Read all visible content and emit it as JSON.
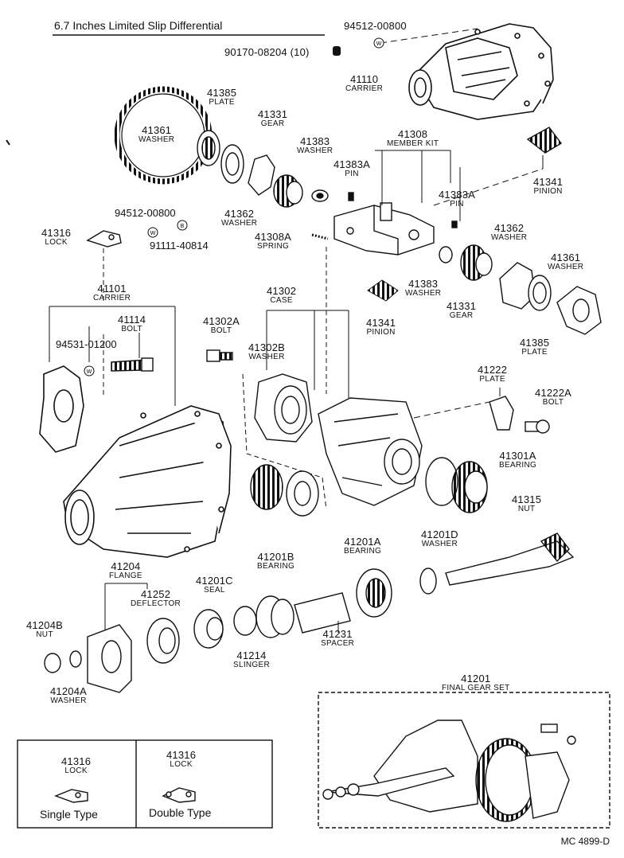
{
  "header": {
    "title": "6.7 Inches Limited Slip Differential"
  },
  "footer": {
    "drawing_code": "MC 4899-D"
  },
  "callouts": [
    {
      "id": "c01",
      "number": "94512-00800",
      "name": ""
    },
    {
      "id": "c02",
      "number": "90170-08204 (10)",
      "name": ""
    },
    {
      "id": "c03",
      "number": "41110",
      "name": "CARRIER"
    },
    {
      "id": "c04",
      "number": "41385",
      "name": "PLATE"
    },
    {
      "id": "c05",
      "number": "41361",
      "name": "WASHER"
    },
    {
      "id": "c06",
      "number": "41331",
      "name": "GEAR"
    },
    {
      "id": "c07",
      "number": "41383",
      "name": "WASHER"
    },
    {
      "id": "c08",
      "number": "41308",
      "name": "MEMBER KIT"
    },
    {
      "id": "c09",
      "number": "41383A",
      "name": "PIN"
    },
    {
      "id": "c10",
      "number": "41383A",
      "name": "PIN"
    },
    {
      "id": "c11",
      "number": "41341",
      "name": "PINION"
    },
    {
      "id": "c12",
      "number": "41362",
      "name": "WASHER"
    },
    {
      "id": "c13",
      "number": "41308A",
      "name": "SPRING"
    },
    {
      "id": "c14",
      "number": "94512-00800",
      "name": ""
    },
    {
      "id": "c15",
      "number": "41316",
      "name": "LOCK"
    },
    {
      "id": "c16",
      "number": "91111-40814",
      "name": ""
    },
    {
      "id": "c17",
      "number": "41362",
      "name": "WASHER"
    },
    {
      "id": "c18",
      "number": "41361",
      "name": "WASHER"
    },
    {
      "id": "c19",
      "number": "41383",
      "name": "WASHER"
    },
    {
      "id": "c20",
      "number": "41331",
      "name": "GEAR"
    },
    {
      "id": "c21",
      "number": "41101",
      "name": "CARRIER"
    },
    {
      "id": "c22",
      "number": "41302",
      "name": "CASE"
    },
    {
      "id": "c23",
      "number": "41114",
      "name": "BOLT"
    },
    {
      "id": "c24",
      "number": "41302A",
      "name": "BOLT"
    },
    {
      "id": "c25",
      "number": "94531-01200",
      "name": ""
    },
    {
      "id": "c26",
      "number": "41302B",
      "name": "WASHER"
    },
    {
      "id": "c27",
      "number": "41341",
      "name": "PINION"
    },
    {
      "id": "c28",
      "number": "41385",
      "name": "PLATE"
    },
    {
      "id": "c29",
      "number": "41222",
      "name": "PLATE"
    },
    {
      "id": "c30",
      "number": "41222A",
      "name": "BOLT"
    },
    {
      "id": "c31",
      "number": "41301A",
      "name": "BEARING"
    },
    {
      "id": "c32",
      "number": "41315",
      "name": "NUT"
    },
    {
      "id": "c33",
      "number": "41201A",
      "name": "BEARING"
    },
    {
      "id": "c34",
      "number": "41201D",
      "name": "WASHER"
    },
    {
      "id": "c35",
      "number": "41204",
      "name": "FLANGE"
    },
    {
      "id": "c36",
      "number": "41201B",
      "name": "BEARING"
    },
    {
      "id": "c37",
      "number": "41252",
      "name": "DEFLECTOR"
    },
    {
      "id": "c38",
      "number": "41201C",
      "name": "SEAL"
    },
    {
      "id": "c39",
      "number": "41204B",
      "name": "NUT"
    },
    {
      "id": "c40",
      "number": "41231",
      "name": "SPACER"
    },
    {
      "id": "c41",
      "number": "41214",
      "name": "SLINGER"
    },
    {
      "id": "c42",
      "number": "41204A",
      "name": "WASHER"
    },
    {
      "id": "c43",
      "number": "41201",
      "name": "FINAL GEAR SET"
    }
  ],
  "lock_types": {
    "single": {
      "number": "41316",
      "name": "LOCK",
      "caption": "Single Type"
    },
    "double": {
      "number": "41316",
      "name": "LOCK",
      "caption": "Double Type"
    }
  }
}
